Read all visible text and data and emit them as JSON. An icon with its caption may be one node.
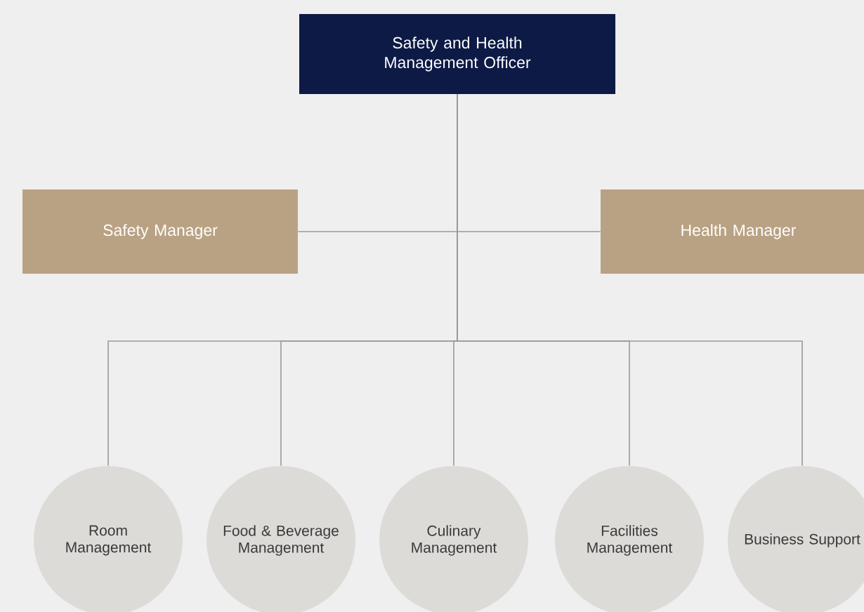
{
  "diagram": {
    "nodes": [
      {
        "text": [
          "Safety and Health Management Officer"
        ]
      },
      {
        "text": [
          "Safety Manager"
        ]
      },
      {
        "text": [
          "Health Manager"
        ]
      },
      {
        "text": [
          "Room Management"
        ]
      },
      {
        "text": [
          "Food & Beverage Management"
        ]
      },
      {
        "text": [
          "Culinary Management"
        ]
      },
      {
        "text": [
          "Facilities Management"
        ]
      },
      {
        "text": [
          "Business Support"
        ]
      }
    ],
    "edges": [
      {
        "from": 0,
        "to": 1,
        "arrow": "none"
      },
      {
        "from": 0,
        "to": 2,
        "arrow": "none"
      },
      {
        "from": 0,
        "to": 3,
        "arrow": "none"
      },
      {
        "from": 0,
        "to": 4,
        "arrow": "none"
      },
      {
        "from": 0,
        "to": 5,
        "arrow": "none"
      },
      {
        "from": 0,
        "to": 6,
        "arrow": "none"
      },
      {
        "from": 0,
        "to": 7,
        "arrow": "none"
      }
    ]
  }
}
